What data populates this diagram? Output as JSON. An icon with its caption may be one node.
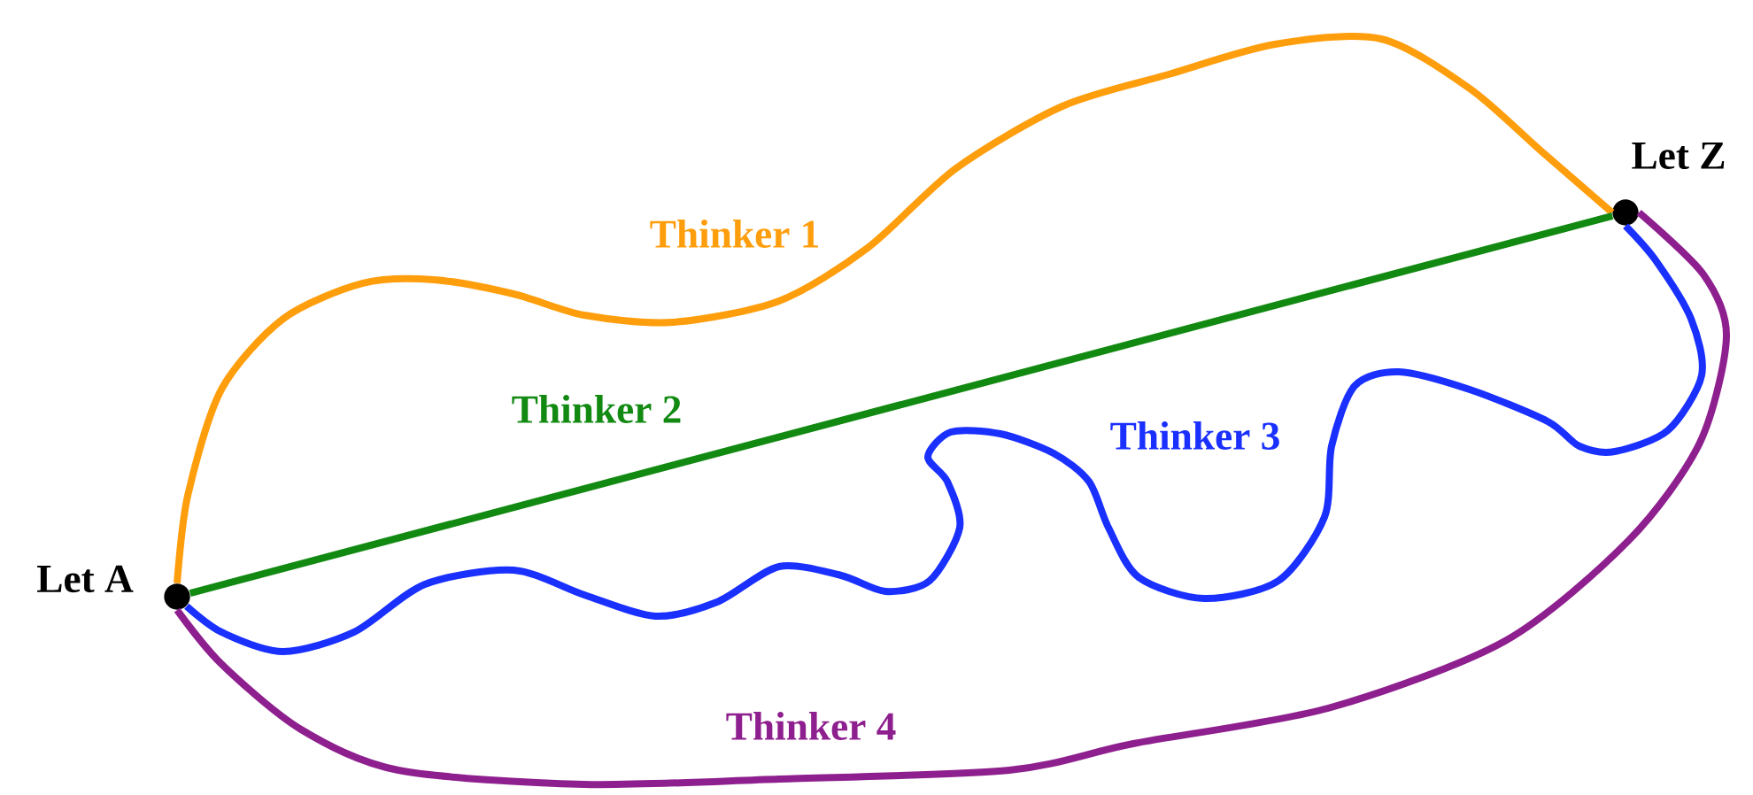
{
  "diagram": {
    "nodes": [
      {
        "text": [],
        "shape": "circle",
        "beside": [
          "Let A"
        ]
      },
      {
        "text": [],
        "shape": "circle",
        "beside": [
          "Let Z"
        ]
      }
    ],
    "edges": [
      {
        "from": 0,
        "to": 1,
        "arrow": "none",
        "label": "Thinker 1",
        "color": "#ff9e0d"
      },
      {
        "from": 0,
        "to": 1,
        "arrow": "none",
        "label": "Thinker 2",
        "color": "#128a12"
      },
      {
        "from": 0,
        "to": 1,
        "arrow": "none",
        "label": "Thinker 3",
        "color": "#1a30ff"
      },
      {
        "from": 0,
        "to": 1,
        "arrow": "none",
        "label": "Thinker 4",
        "color": "#8e1f8e"
      }
    ]
  }
}
